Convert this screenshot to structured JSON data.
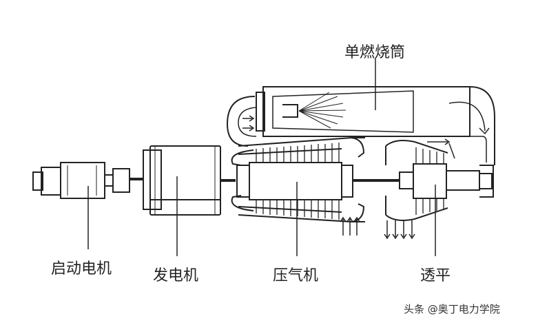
{
  "labels": {
    "combustor": "单燃烧筒",
    "starter_motor": "启动电机",
    "generator": "发电机",
    "compressor": "压气机",
    "turbine": "透平"
  },
  "watermark": "头条 @奥丁电力学院",
  "colors": {
    "line": "#222222",
    "background": "#ffffff"
  }
}
